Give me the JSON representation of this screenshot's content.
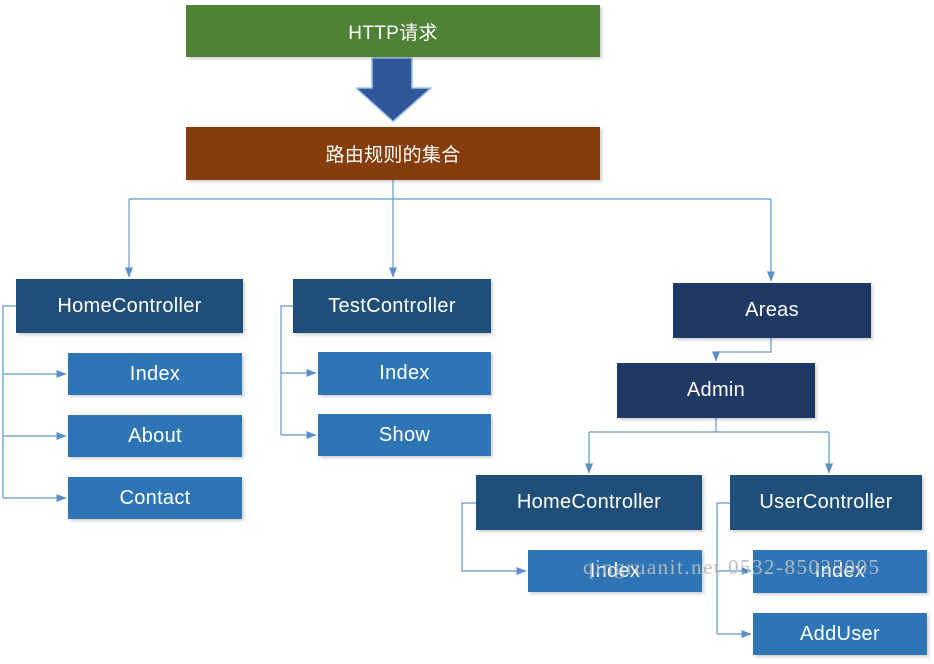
{
  "diagram": {
    "http_request": "HTTP请求",
    "route_rules": "路由规则的集合",
    "home_controller": {
      "label": "HomeController",
      "actions": [
        "Index",
        "About",
        "Contact"
      ]
    },
    "test_controller": {
      "label": "TestController",
      "actions": [
        "Index",
        "Show"
      ]
    },
    "areas": {
      "label": "Areas",
      "admin": {
        "label": "Admin",
        "home_controller": {
          "label": "HomeController",
          "actions": [
            "Index"
          ]
        },
        "user_controller": {
          "label": "UserController",
          "actions": [
            "Index",
            "AddUser"
          ]
        }
      }
    }
  },
  "watermark": "qingruanit.net 0532-85025005",
  "colors": {
    "green_box": "#4F8136",
    "brown_box": "#843D0B",
    "controller_navy": "#1F4E79",
    "area_navy": "#1F3864",
    "action_blue": "#2E75B6",
    "big_arrow": "#30579B",
    "big_arrow_outline": "#9DC3E6",
    "connector_line": "#7EA6D4",
    "connector_arrowhead": "#5B8FCC",
    "text": "#FFFFFF",
    "watermark_gray": "#B7BBC0"
  }
}
